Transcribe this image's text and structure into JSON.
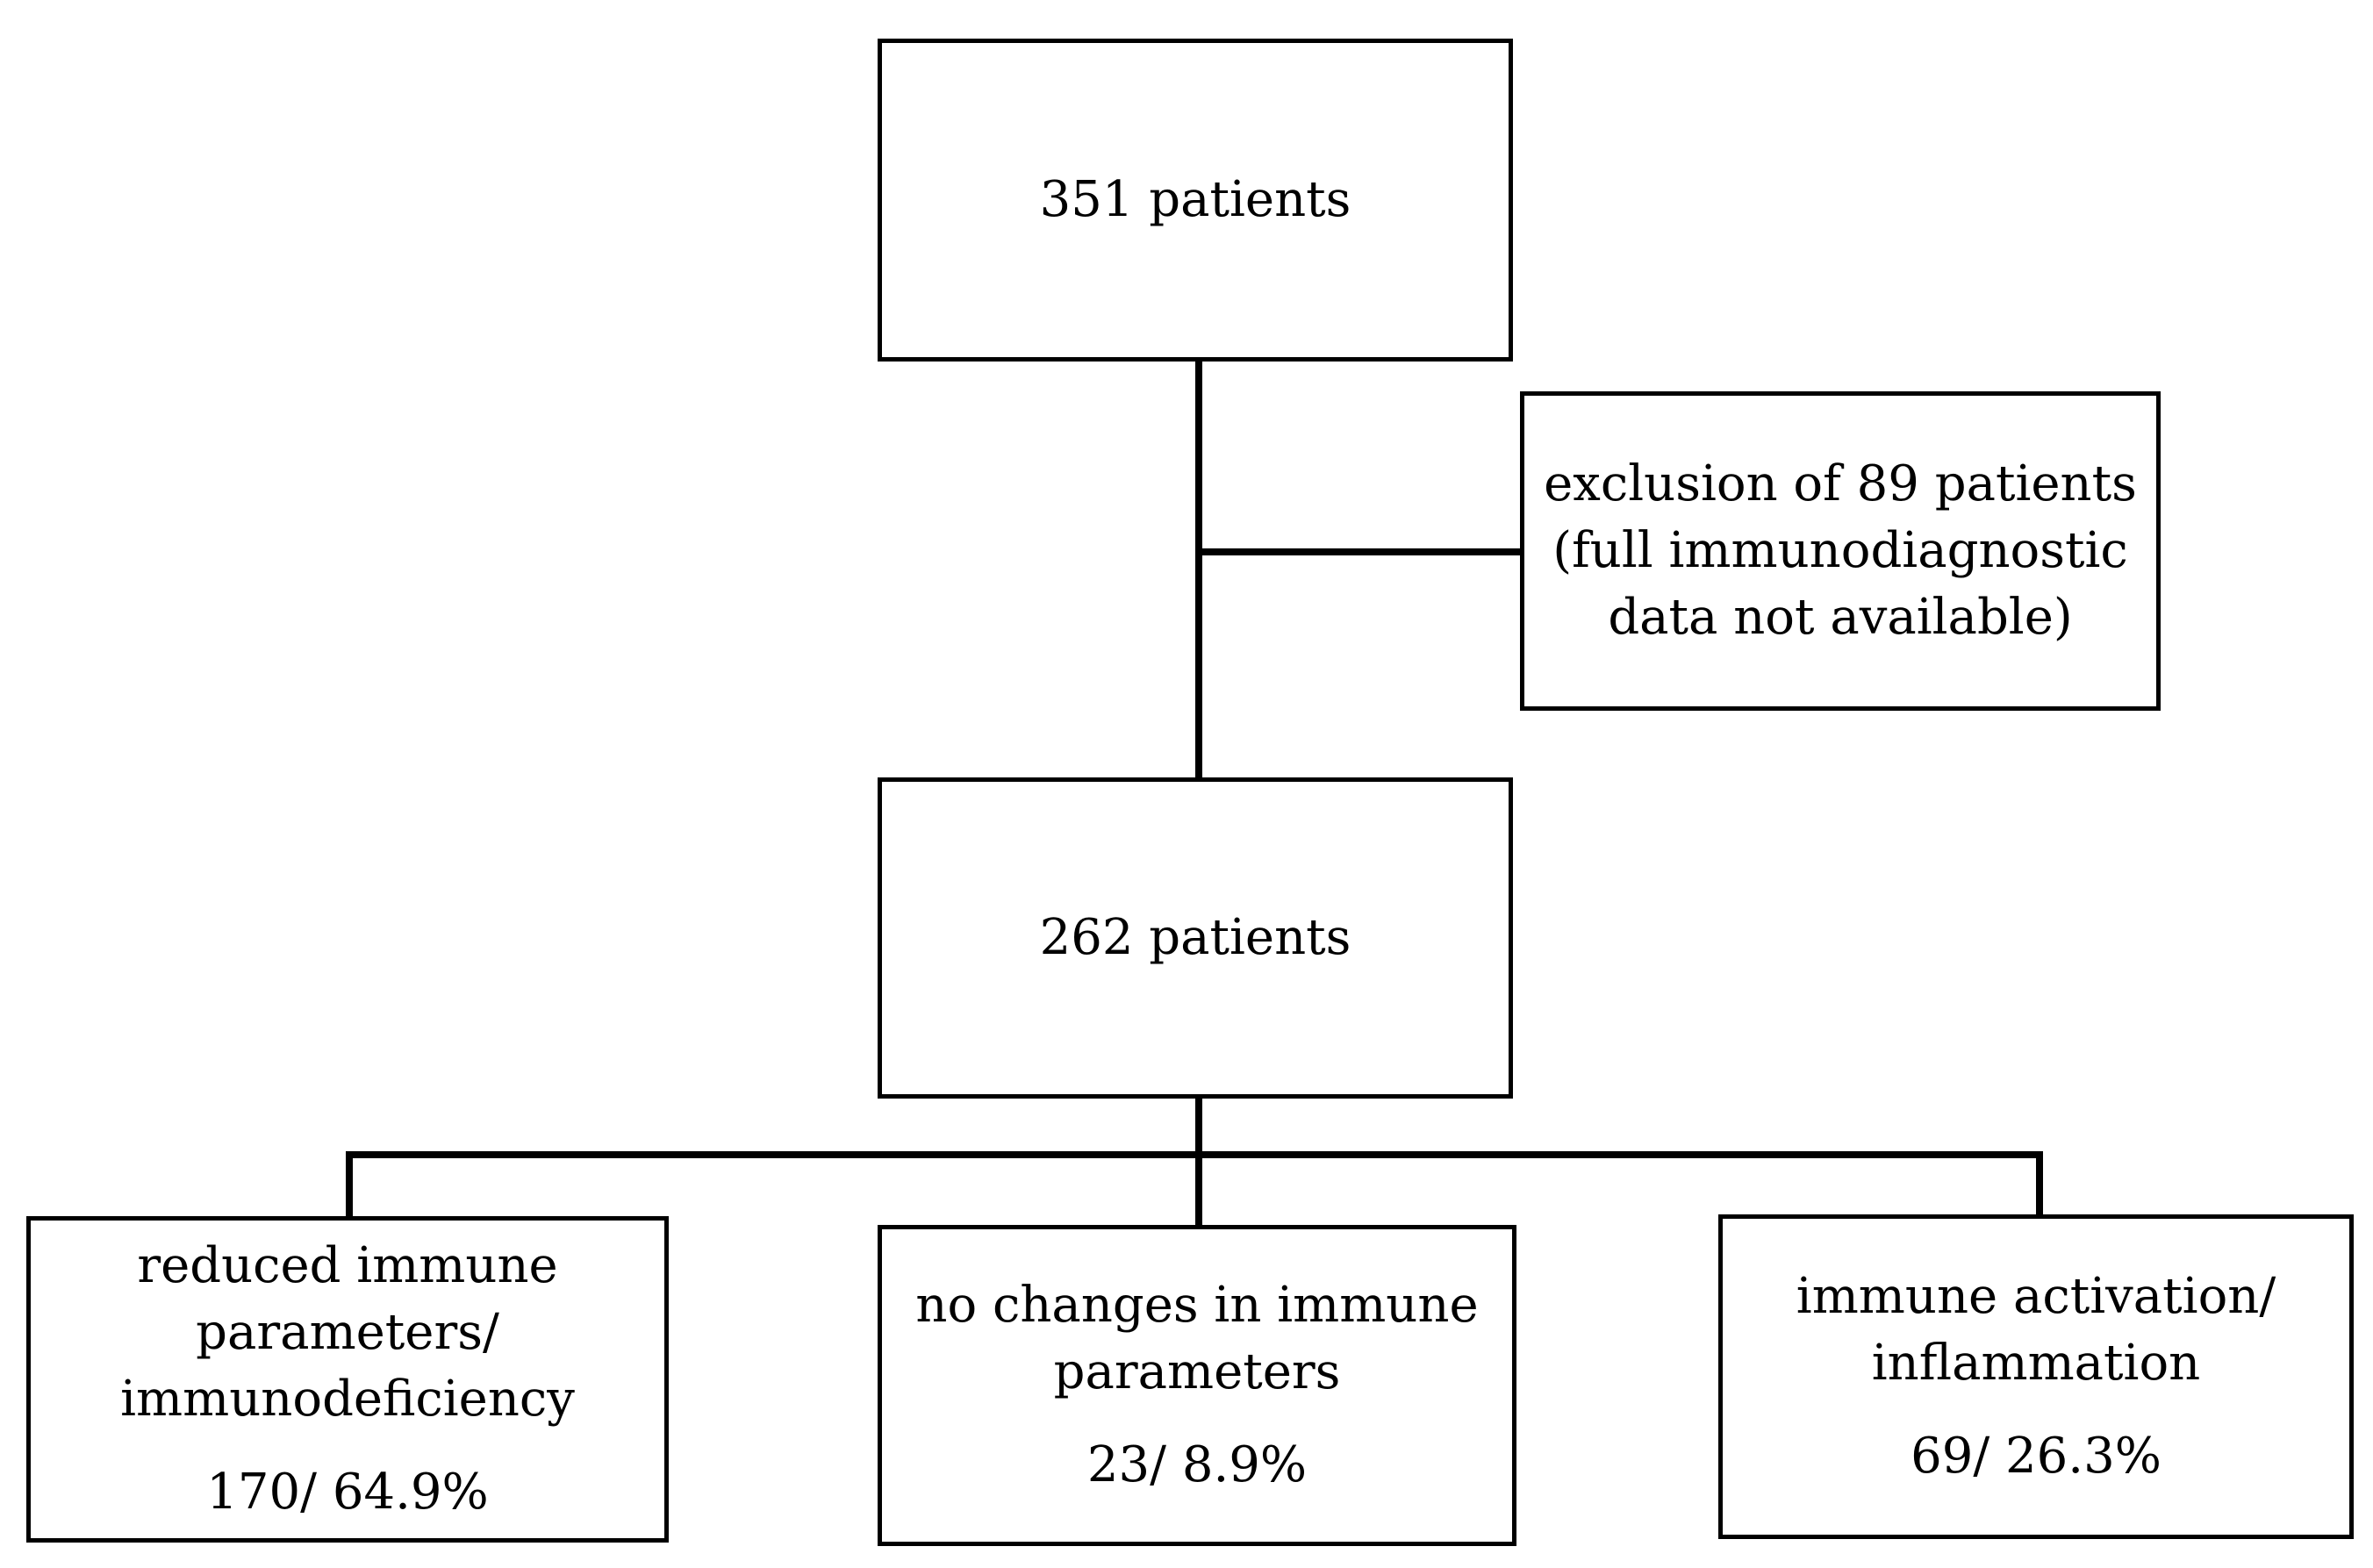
{
  "flowchart": {
    "top": {
      "label": "351 patients"
    },
    "exclusion": {
      "lines": [
        "exclusion of 89 patients",
        "(full immunodiagnostic",
        "data not available)"
      ]
    },
    "middle": {
      "label": "262 patients"
    },
    "outcomes": [
      {
        "lines": [
          "reduced immune",
          "parameters/",
          "immunodeficiency"
        ],
        "count": "170/ 64.9%"
      },
      {
        "lines": [
          "no changes in immune",
          "parameters"
        ],
        "count": "23/ 8.9%"
      },
      {
        "lines": [
          "immune activation/",
          "inflammation"
        ],
        "count": "69/ 26.3%"
      }
    ]
  }
}
